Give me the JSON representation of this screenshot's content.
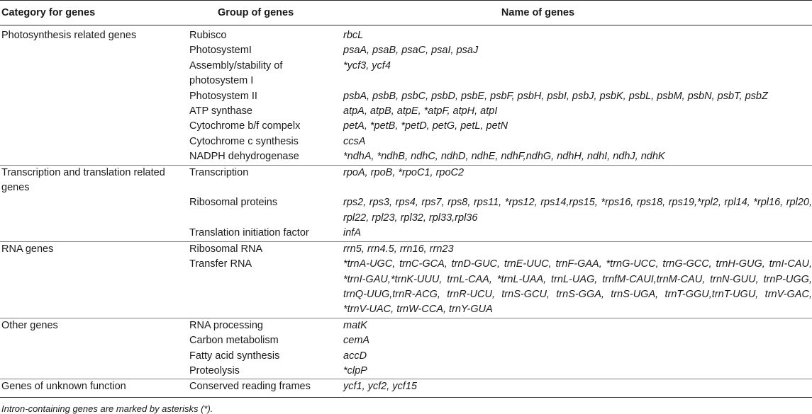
{
  "header": {
    "category": "Category for genes",
    "group": "Group of genes",
    "name": "Name of genes"
  },
  "rows": [
    {
      "category": "Photosynthesis related genes",
      "group": "Rubisco",
      "genes": "rbcL"
    },
    {
      "category": "",
      "group": "PhotosystemI",
      "genes": "psaA, psaB, psaC, psaI, psaJ"
    },
    {
      "category": "",
      "group": "Assembly/stability of photosystem I",
      "genes": "*ycf3, ycf4"
    },
    {
      "category": "",
      "group": "Photosystem II",
      "genes": "psbA, psbB, psbC, psbD, psbE, psbF, psbH, psbI, psbJ, psbK, psbL, psbM, psbN, psbT, psbZ"
    },
    {
      "category": "",
      "group": "ATP synthase",
      "genes": "atpA, atpB, atpE, *atpF, atpH, atpI"
    },
    {
      "category": "",
      "group": "Cytochrome b/f compelx",
      "genes": "petA, *petB, *petD, petG, petL, petN"
    },
    {
      "category": "",
      "group": "Cytochrome c synthesis",
      "genes": "ccsA"
    },
    {
      "category": "",
      "group": "NADPH dehydrogenase",
      "genes": "*ndhA, *ndhB, ndhC, ndhD, ndhE, ndhF,ndhG, ndhH, ndhI, ndhJ, ndhK"
    },
    {
      "category": "Transcription and translation related genes",
      "group": "Transcription",
      "genes": "rpoA, rpoB, *rpoC1, rpoC2"
    },
    {
      "category": "",
      "group": "Ribosomal proteins",
      "genes": "rps2, rps3, rps4, rps7, rps8, rps11, *rps12, rps14,rps15, *rps16, rps18, rps19,*rpl2, rpl14, *rpl16, rpl20, rpl22, rpl23, rpl32, rpl33,rpl36"
    },
    {
      "category": "",
      "group": "Translation initiation factor",
      "genes": "infA"
    },
    {
      "category": "RNA genes",
      "group": "Ribosomal RNA",
      "genes": "rrn5, rrn4.5, rrn16, rrn23"
    },
    {
      "category": "",
      "group": "Transfer RNA",
      "genes": "*trnA-UGC, trnC-GCA, trnD-GUC, trnE-UUC, trnF-GAA, *trnG-UCC, trnG-GCC, trnH-GUG, trnI-CAU, *trnI-GAU,*trnK-UUU, trnL-CAA, *trnL-UAA, trnL-UAG, trnfM-CAUI,trnM-CAU, trnN-GUU, trnP-UGG, trnQ-UUG,trnR-ACG, trnR-UCU, trnS-GCU, trnS-GGA, trnS-UGA, trnT-GGU,trnT-UGU, trnV-GAC, *trnV-UAC, trnW-CCA, trnY-GUA"
    },
    {
      "category": "Other genes",
      "group": "RNA processing",
      "genes": "matK"
    },
    {
      "category": "",
      "group": "Carbon metabolism",
      "genes": "cemA"
    },
    {
      "category": "",
      "group": "Fatty acid synthesis",
      "genes": "accD"
    },
    {
      "category": "",
      "group": "Proteolysis",
      "genes": "*clpP"
    },
    {
      "category": "Genes of unknown function",
      "group": "Conserved reading frames",
      "genes": "ycf1, ycf2, ycf15"
    }
  ],
  "footnote": "Intron-containing genes are marked by asterisks (*)."
}
